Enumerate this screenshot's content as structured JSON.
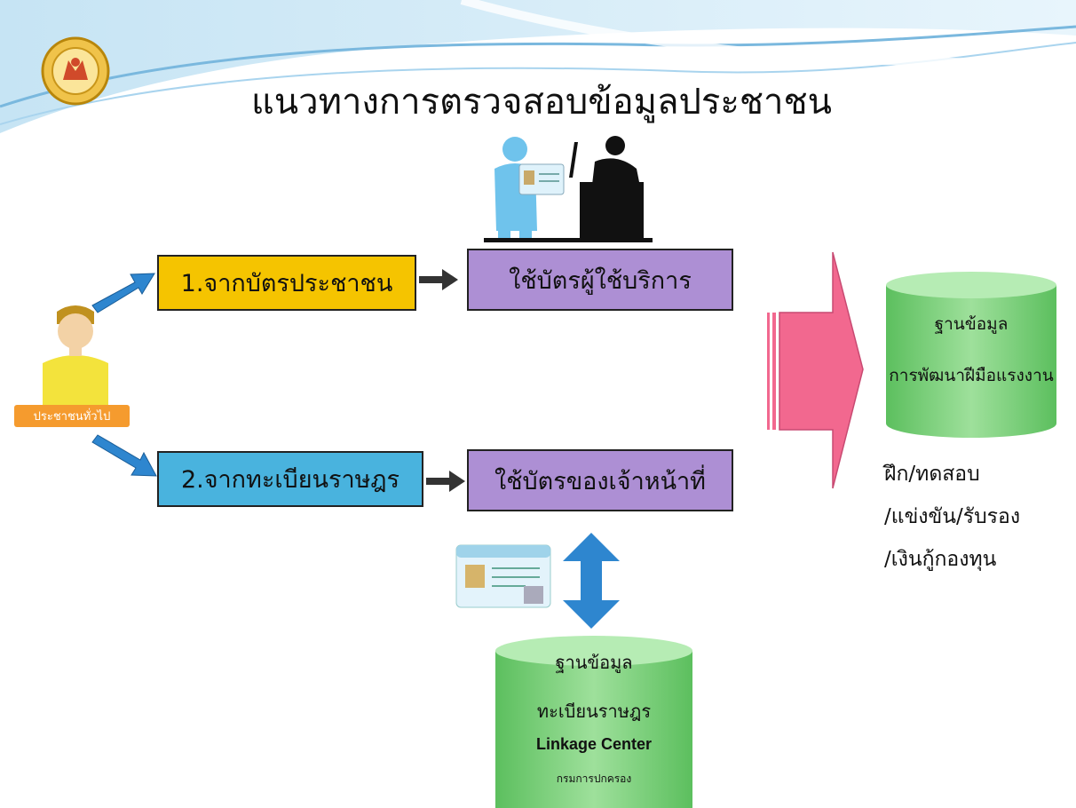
{
  "header": {
    "title": "แนวทางการตรวจสอบข้อมูลประชาชน"
  },
  "person": {
    "label": "ประชาชนทั่วไป"
  },
  "steps": [
    {
      "label": "1.จากบัตรประชาชน",
      "color": "#f5c400"
    },
    {
      "label": "2.จากทะเบียนราษฎร",
      "color": "#49b3de"
    }
  ],
  "actions": [
    {
      "label": "ใช้บัตรผู้ใช้บริการ",
      "color": "#ad8fd4"
    },
    {
      "label": "ใช้บัตรของเจ้าหน้าที่",
      "color": "#ad8fd4"
    }
  ],
  "skill_db": {
    "line1": "ฐานข้อมูล",
    "line2": "การพัฒนาฝีมือแรงงาน"
  },
  "services": [
    "ฝึก/ทดสอบ",
    "/แข่งขัน/รับรอง",
    "/เงินกู้กองทุน"
  ],
  "registry_db": {
    "line1": "ฐานข้อมูล",
    "line2": "ทะเบียนราษฎร",
    "line3": "Linkage Center",
    "line4": "กรมการปกครอง"
  },
  "colors": {
    "blue_arrow": "#2e86cf",
    "pink_arrow": "#f2688f",
    "cylinder": "#79cf7a"
  }
}
